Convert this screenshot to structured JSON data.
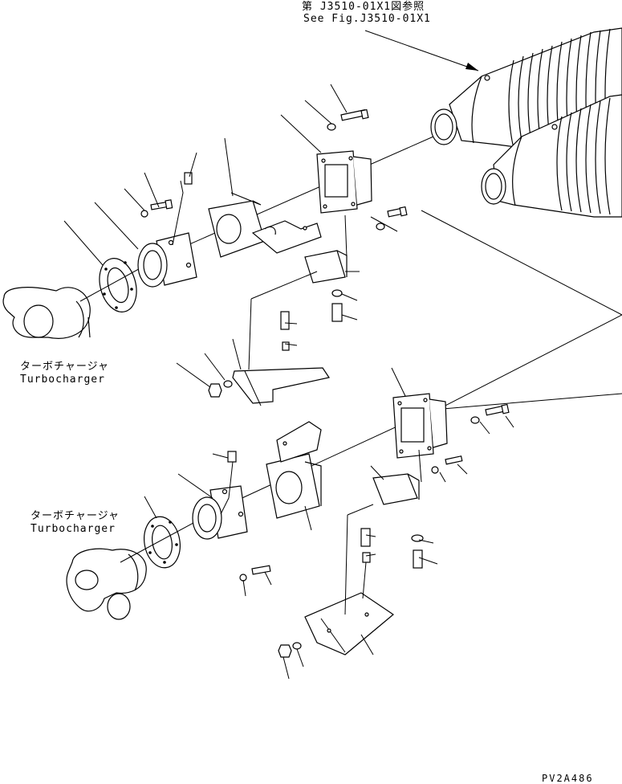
{
  "figure_reference": {
    "japanese": "第 J3510-01X1図参照",
    "english": "See Fig.J3510-01X1"
  },
  "turbocharger_upper": {
    "japanese": "ターボチャージャ",
    "english": "Turbocharger"
  },
  "turbocharger_lower": {
    "japanese": "ターボチャージャ",
    "english": "Turbocharger"
  },
  "drawing_code": "PV2A486"
}
